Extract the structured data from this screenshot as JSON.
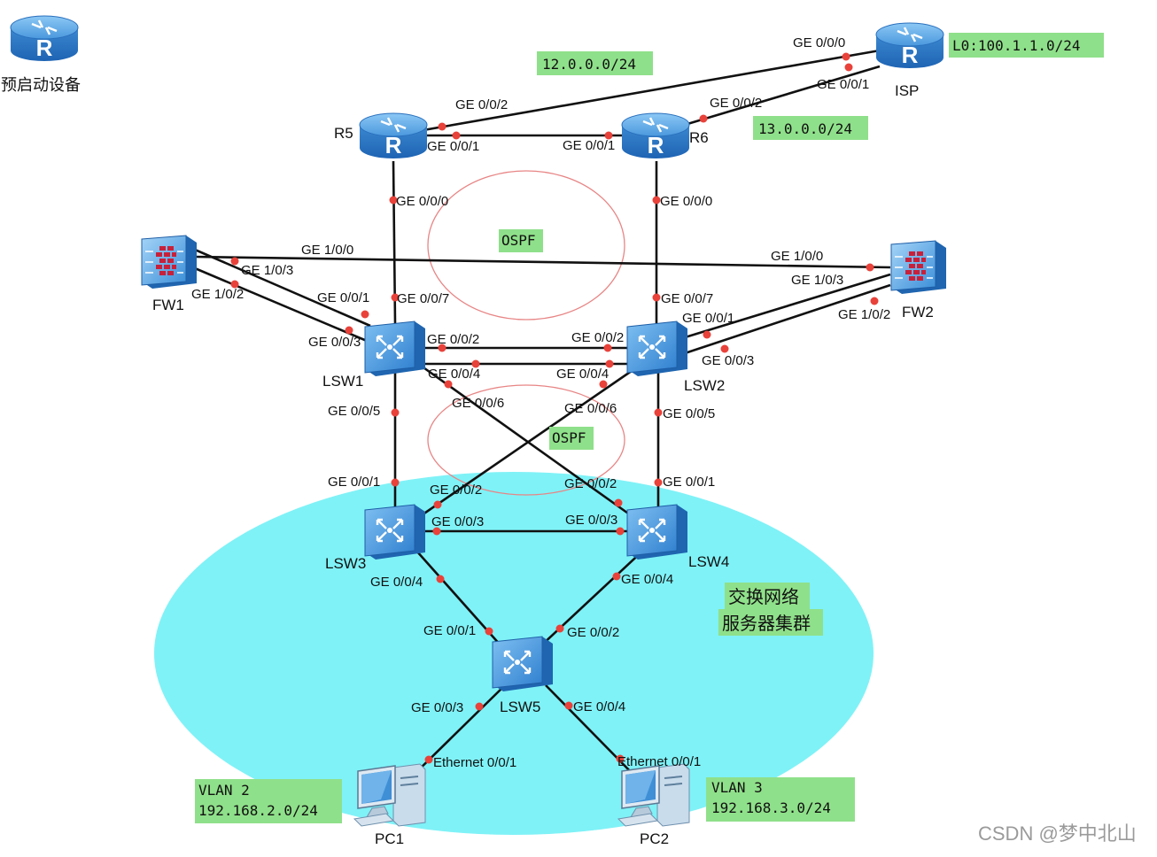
{
  "devices": {
    "prestart": "预启动设备",
    "r5": "R5",
    "r6": "R6",
    "isp": "ISP",
    "fw1": "FW1",
    "fw2": "FW2",
    "lsw1": "LSW1",
    "lsw2": "LSW2",
    "lsw3": "LSW3",
    "lsw4": "LSW4",
    "lsw5": "LSW5",
    "pc1": "PC1",
    "pc2": "PC2"
  },
  "networks": {
    "net12": "12.0.0.0/24",
    "net13": "13.0.0.0/24",
    "loopback": "L0:100.1.1.0/24",
    "ospf_top": "OSPF",
    "ospf_mid": "OSPF",
    "cluster_line1": "交换网络",
    "cluster_line2": "服务器集群",
    "vlan2_line1": "VLAN 2",
    "vlan2_line2": "192.168.2.0/24",
    "vlan3_line1": "VLAN 3",
    "vlan3_line2": "192.168.3.0/24"
  },
  "ports": [
    "GE 0/0/0",
    "GE 0/0/1",
    "GE 0/0/2",
    "GE 0/0/2",
    "GE 0/0/1",
    "GE 0/0/1",
    "GE 0/0/0",
    "GE 0/0/0",
    "GE 1/0/0",
    "GE 1/0/3",
    "GE 1/0/2",
    "GE 1/0/0",
    "GE 1/0/3",
    "GE 1/0/2",
    "GE 0/0/1",
    "GE 0/0/7",
    "GE 0/0/3",
    "GE 0/0/2",
    "GE 0/0/4",
    "GE 0/0/6",
    "GE 0/0/5",
    "GE 0/0/7",
    "GE 0/0/1",
    "GE 0/0/2",
    "GE 0/0/4",
    "GE 0/0/3",
    "GE 0/0/6",
    "GE 0/0/5",
    "GE 0/0/1",
    "GE 0/0/2",
    "GE 0/0/3",
    "GE 0/0/4",
    "GE 0/0/1",
    "GE 0/0/2",
    "GE 0/0/3",
    "GE 0/0/4",
    "GE 0/0/1",
    "GE 0/0/2",
    "GE 0/0/3",
    "GE 0/0/4",
    "Ethernet 0/0/1",
    "Ethernet 0/0/1"
  ],
  "watermark": "CSDN @梦中北山",
  "colors": {
    "link": "#111111",
    "port_dot": "#e8423a",
    "label_bg": "#8fe08a",
    "cluster": "#7ff2f7",
    "ospf_ring": "#e88585",
    "router": "#3a8fd8",
    "firewall": "#4d9ee0"
  },
  "icons": {
    "router": "router-icon",
    "firewall": "firewall-icon",
    "switch": "l3-switch-icon",
    "pc": "pc-icon"
  }
}
